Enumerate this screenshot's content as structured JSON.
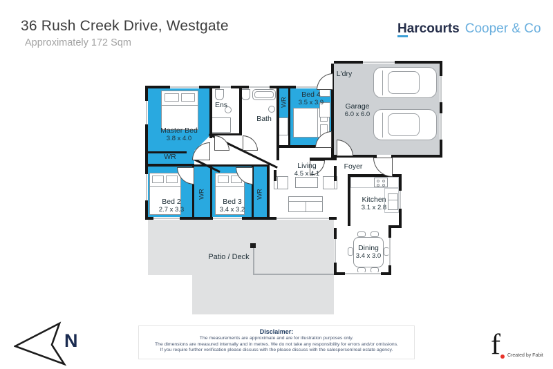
{
  "header": {
    "title": "36 Rush Creek Drive, Westgate",
    "subtitle": "Approximately 172 Sqm"
  },
  "brand": {
    "name": "Harcourts",
    "tagline": "Cooper & Co",
    "navy": "#252e4a",
    "blue": "#6aafde",
    "accent": "#3d9fd6"
  },
  "plan": {
    "colors": {
      "room": "#29a9e0",
      "garage": "#ced1d4",
      "patio": "#e0e1e2",
      "wall": "#161616"
    },
    "rooms": {
      "master": {
        "name": "Master Bed",
        "dims": "3.8 x 4.0"
      },
      "bed2": {
        "name": "Bed 2",
        "dims": "2.7 x 3.3"
      },
      "bed3": {
        "name": "Bed 3",
        "dims": "3.4 x 3.2"
      },
      "bed4": {
        "name": "Bed 4",
        "dims": "3.5 x 3.9"
      },
      "garage": {
        "name": "Garage",
        "dims": "6.0 x 6.0"
      },
      "living": {
        "name": "Living",
        "dims": "4.5 x 4.1"
      },
      "kitchen": {
        "name": "Kitchen",
        "dims": "3.1 x 2.8"
      },
      "dining": {
        "name": "Dining",
        "dims": "3.4 x 3.0"
      },
      "ens": {
        "name": "Ens"
      },
      "bath": {
        "name": "Bath"
      },
      "ldry": {
        "name": "L'dry"
      },
      "foyer": {
        "name": "Foyer"
      },
      "patio": {
        "name": "Patio / Deck"
      },
      "wr": "WR"
    }
  },
  "compass": {
    "label": "N"
  },
  "disclaimer": {
    "title": "Disclaimer:",
    "lines": [
      "The measurements are approximate and are for illustration purposes only.",
      "The dimensions are measured internally and in metres. We do not take any responsibility for errors and/or omissions.",
      "If you require further verification please discuss with the please discuss with the salesperson/real estate agency."
    ]
  },
  "credit": {
    "glyph": "f",
    "label": "Created by Fabit"
  }
}
